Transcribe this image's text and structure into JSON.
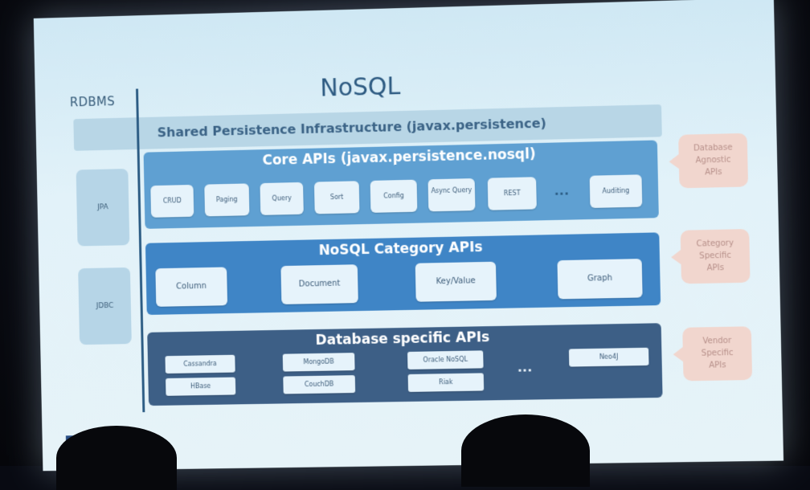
{
  "diagram": {
    "rdbms_label": "RDBMS",
    "title": "NoSQL",
    "shared_infrastructure": "Shared Persistence Infrastructure (javax.persistence)",
    "rdbms_apis": [
      "JPA",
      "JDBC"
    ],
    "core_apis": {
      "title": "Core APIs (javax.persistence.nosql)",
      "items": [
        "CRUD",
        "Paging",
        "Query",
        "Sort",
        "Config",
        "Async Query",
        "REST",
        "...",
        "Auditing"
      ]
    },
    "category_apis": {
      "title": "NoSQL Category APIs",
      "items": [
        "Column",
        "Document",
        "Key/Value",
        "Graph"
      ]
    },
    "database_apis": {
      "title": "Database specific APIs",
      "items": [
        "Cassandra",
        "MongoDB",
        "Oracle NoSQL",
        "HBase",
        "CouchDB",
        "Riak",
        "...",
        "Neo4J"
      ]
    },
    "callouts": [
      [
        "Database",
        "Agnostic",
        "APIs"
      ],
      [
        "Category",
        "Specific",
        "APIs"
      ],
      [
        "Vendor",
        "Specific",
        "APIs"
      ]
    ]
  }
}
